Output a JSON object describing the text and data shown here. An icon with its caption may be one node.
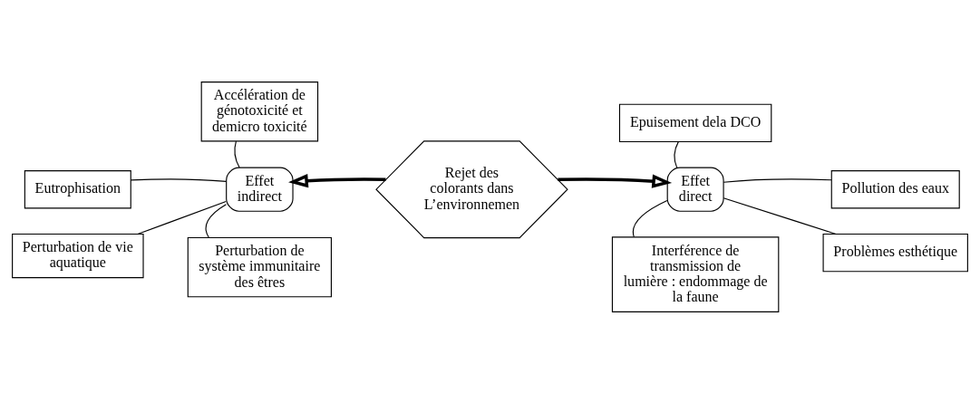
{
  "diagram": {
    "nodes": [
      {
        "text": [
          "Rejet des colorants dans L’environnemen"
        ]
      },
      {
        "text": [
          "Effet indirect"
        ]
      },
      {
        "text": [
          "Effet direct"
        ]
      },
      {
        "text": [
          "Accélération de génotoxicité et demicro toxicité"
        ]
      },
      {
        "text": [
          "Eutrophisation"
        ]
      },
      {
        "text": [
          "Perturbation de vie aquatique"
        ]
      },
      {
        "text": [
          "Perturbation de système immunitaire des êtres"
        ]
      },
      {
        "text": [
          "Epuisement dela DCO"
        ]
      },
      {
        "text": [
          "Pollution des eaux"
        ]
      },
      {
        "text": [
          "Problèmes esthétique"
        ]
      },
      {
        "text": [
          "Interférence de transmission de lumière : endommage de la faune"
        ]
      }
    ],
    "edges": [
      {
        "from": 0,
        "to": 1,
        "arrow": "to",
        "style": "thick"
      },
      {
        "from": 0,
        "to": 2,
        "arrow": "to",
        "style": "thick"
      },
      {
        "from": 3,
        "to": 1,
        "arrow": "none"
      },
      {
        "from": 4,
        "to": 1,
        "arrow": "none"
      },
      {
        "from": 5,
        "to": 1,
        "arrow": "none"
      },
      {
        "from": 1,
        "to": 6,
        "arrow": "none"
      },
      {
        "from": 7,
        "to": 2,
        "arrow": "none"
      },
      {
        "from": 2,
        "to": 8,
        "arrow": "none"
      },
      {
        "from": 2,
        "to": 9,
        "arrow": "none"
      },
      {
        "from": 2,
        "to": 10,
        "arrow": "none"
      }
    ]
  }
}
